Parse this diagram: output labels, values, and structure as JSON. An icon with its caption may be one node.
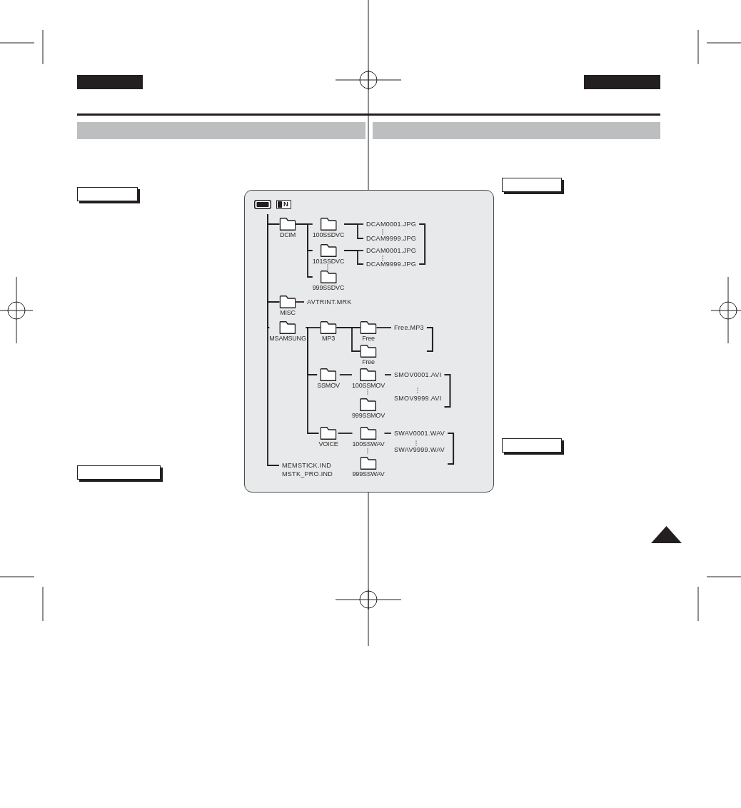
{
  "diagram": {
    "nodes": [
      {
        "text": [],
        "shape": "bar"
      },
      {
        "text": [],
        "shape": "bar"
      },
      {
        "text": [
          "DCIM"
        ]
      },
      {
        "text": [
          "100SSDVC"
        ]
      },
      {
        "text": [
          "DCAM0001.JPG"
        ]
      },
      {
        "text": [
          "DCAM9999.JPG"
        ]
      },
      {
        "text": [
          "101SSDVC"
        ]
      },
      {
        "text": [
          "DCAM0001.JPG"
        ]
      },
      {
        "text": [
          "DCAM9999.JPG"
        ]
      },
      {
        "text": [
          "999SSDVC"
        ]
      },
      {
        "text": [
          "MISC"
        ]
      },
      {
        "text": [
          "AVTRINT.MRK"
        ]
      },
      {
        "text": [
          "MSAMSUNG"
        ]
      },
      {
        "text": [
          "MP3"
        ]
      },
      {
        "text": [
          "Free"
        ]
      },
      {
        "text": [
          "Free.MP3"
        ]
      },
      {
        "text": [
          "Free"
        ]
      },
      {
        "text": [
          "SSMOV"
        ]
      },
      {
        "text": [
          "100SSMOV"
        ]
      },
      {
        "text": [
          "SMOV0001.AVI"
        ]
      },
      {
        "text": [
          "999SSMOV"
        ]
      },
      {
        "text": [
          "VOICE"
        ]
      },
      {
        "text": [
          "100SSWAV"
        ]
      },
      {
        "text": [
          "SWAV0001.WAV"
        ]
      },
      {
        "text": [
          "999SSWAV"
        ]
      },
      {
        "text": [
          "MEMSTICK.IND",
          "MSTK_PRO.IND"
        ]
      }
    ],
    "edges": [
      {
        "from": null,
        "to": 2,
        "arrow": "none"
      },
      {
        "from": null,
        "to": 10,
        "arrow": "none"
      },
      {
        "from": null,
        "to": 12,
        "arrow": "none"
      },
      {
        "from": null,
        "to": 25,
        "arrow": "none"
      },
      {
        "from": 2,
        "to": 3,
        "arrow": "none"
      },
      {
        "from": 2,
        "to": 6,
        "arrow": "none"
      },
      {
        "from": 2,
        "to": 9,
        "arrow": "none"
      },
      {
        "from": 3,
        "to": 4,
        "arrow": "none"
      },
      {
        "from": 3,
        "to": 5,
        "arrow": "none"
      },
      {
        "from": 6,
        "to": 7,
        "arrow": "none"
      },
      {
        "from": 6,
        "to": 8,
        "arrow": "none"
      },
      {
        "from": 10,
        "to": 11,
        "arrow": "none"
      },
      {
        "from": 12,
        "to": 13,
        "arrow": "none"
      },
      {
        "from": 12,
        "to": 17,
        "arrow": "none"
      },
      {
        "from": 12,
        "to": 21,
        "arrow": "none"
      },
      {
        "from": 13,
        "to": 14,
        "arrow": "none"
      },
      {
        "from": 13,
        "to": 16,
        "arrow": "none"
      },
      {
        "from": 14,
        "to": 15,
        "arrow": "none"
      },
      {
        "from": 17,
        "to": 18,
        "arrow": "none"
      },
      {
        "from": 18,
        "to": 19,
        "arrow": "none"
      },
      {
        "from": 21,
        "to": 22,
        "arrow": "none"
      },
      {
        "from": 22,
        "to": 23,
        "arrow": "none"
      }
    ],
    "labels": [
      "N",
      "SMOV9999.AVI",
      "SWAV9999.WAV"
    ]
  }
}
